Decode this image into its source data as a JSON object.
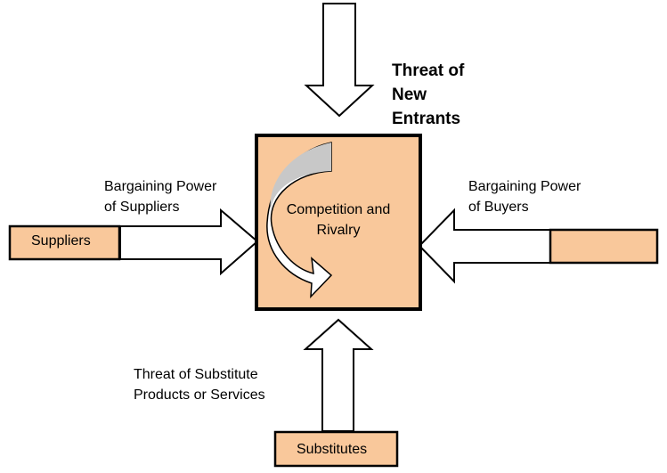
{
  "diagram": {
    "colors": {
      "box_fill": "#f9c89b",
      "stroke": "#000000",
      "arrow_fill": "#ffffff",
      "curve_fill": "#c8c8c8"
    },
    "center": {
      "label_line1": "Competition and",
      "label_line2": "Rivalry"
    },
    "top_force": {
      "line1": "Threat of",
      "line2": "New",
      "line3": "Entrants"
    },
    "left_force": {
      "line1": "Bargaining Power",
      "line2": "of Suppliers"
    },
    "right_force": {
      "line1": "Bargaining Power",
      "line2": "of Buyers"
    },
    "bottom_force": {
      "line1": "Threat of Substitute",
      "line2": "Products or Services"
    },
    "boxes": {
      "suppliers": "Suppliers",
      "buyers": "",
      "substitutes": "Substitutes"
    }
  }
}
